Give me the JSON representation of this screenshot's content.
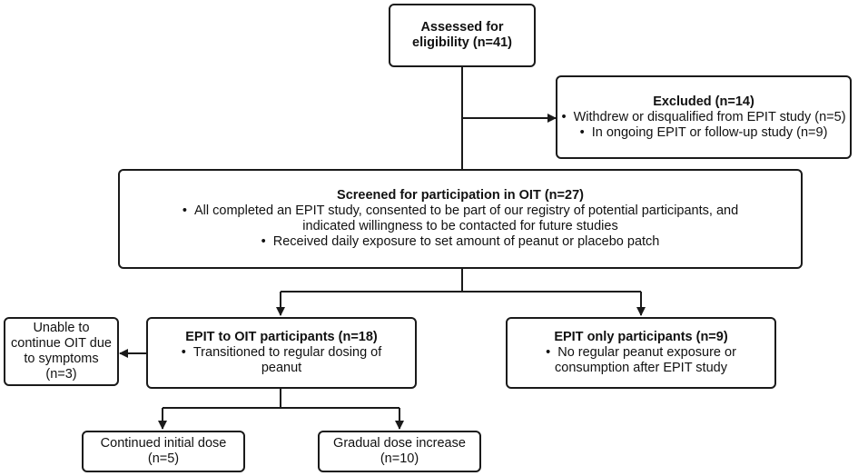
{
  "boxes": {
    "assessed": {
      "title": "Assessed for eligibility (n=41)"
    },
    "excluded": {
      "title": "Excluded (n=14)",
      "bullets": [
        "Withdrew or disqualified from EPIT study (n=5)",
        "In ongoing EPIT or follow-up study (n=9)"
      ]
    },
    "screened": {
      "title": "Screened for participation in OIT (n=27)",
      "bullets": [
        "All completed an EPIT study, consented to be part of our registry of potential participants, and indicated willingness to be contacted for future studies",
        "Received daily exposure to set amount of peanut or placebo patch"
      ]
    },
    "unable": {
      "text": "Unable to continue OIT due to symptoms (n=3)"
    },
    "epit_to_oit": {
      "title": "EPIT to OIT participants (n=18)",
      "bullets": [
        "Transitioned to regular dosing of peanut"
      ]
    },
    "epit_only": {
      "title": "EPIT only participants (n=9)",
      "bullets": [
        "No regular peanut exposure or consumption after EPIT study"
      ]
    },
    "continued": {
      "text": "Continued initial dose (n=5)"
    },
    "gradual": {
      "text": "Gradual dose increase (n=10)"
    }
  }
}
